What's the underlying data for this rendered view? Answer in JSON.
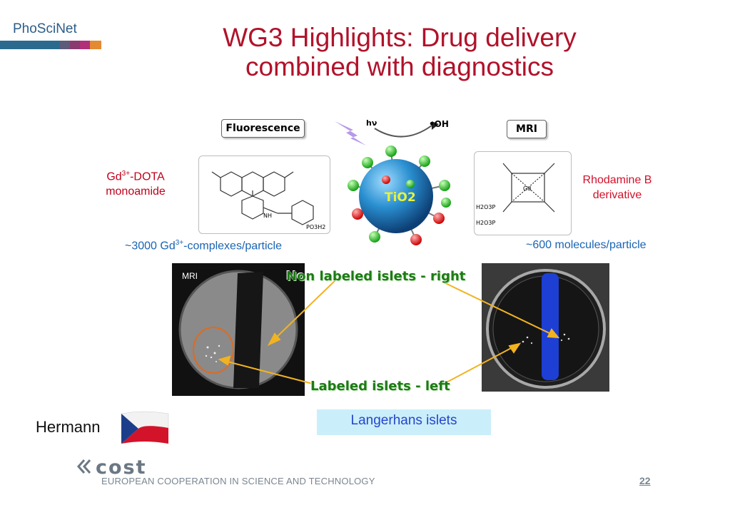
{
  "header": {
    "brand": "PhoSciNet",
    "title_line1": "WG3 Highlights: Drug delivery",
    "title_line2": "combined with diagnostics"
  },
  "brand_bar_colors": [
    "#2b6a8e",
    "#5d5a7a",
    "#8a3a6e",
    "#b0307a",
    "#e38a32"
  ],
  "scheme": {
    "fluorescence_tag": "Fluorescence",
    "mri_tag": "MRI",
    "hv_label": "hν",
    "oh_label": "•OH",
    "tio2_label": "TiO2",
    "po3h2_label": "PO3H2",
    "nh_label": "NH",
    "gd_label": "Gd",
    "h2o3p_label_1": "H2O3P",
    "h2o3p_label_2": "H2O3P"
  },
  "labels": {
    "gd_prefix": "Gd",
    "gd_sup": "3+",
    "gd_suffix": "-DOTA",
    "gd_line2": "monoamide",
    "rhodamine_line1": "Rhodamine B",
    "rhodamine_line2": "derivative",
    "gd_count_prefix": "~3000 Gd",
    "gd_count_sup": "3+",
    "gd_count_suffix": "-complexes/particle",
    "rho_count": "~600 molecules/particle"
  },
  "images": {
    "mri_label": "MRI",
    "non_labeled": "Non labeled islets - right",
    "labeled": "Labeled islets - left"
  },
  "footer": {
    "langerhans": "Langerhans islets",
    "author": "Hermann",
    "cost_logo_text": "cost",
    "cost_subtitle": "EUROPEAN COOPERATION IN SCIENCE AND TECHNOLOGY",
    "page_number": "22"
  }
}
